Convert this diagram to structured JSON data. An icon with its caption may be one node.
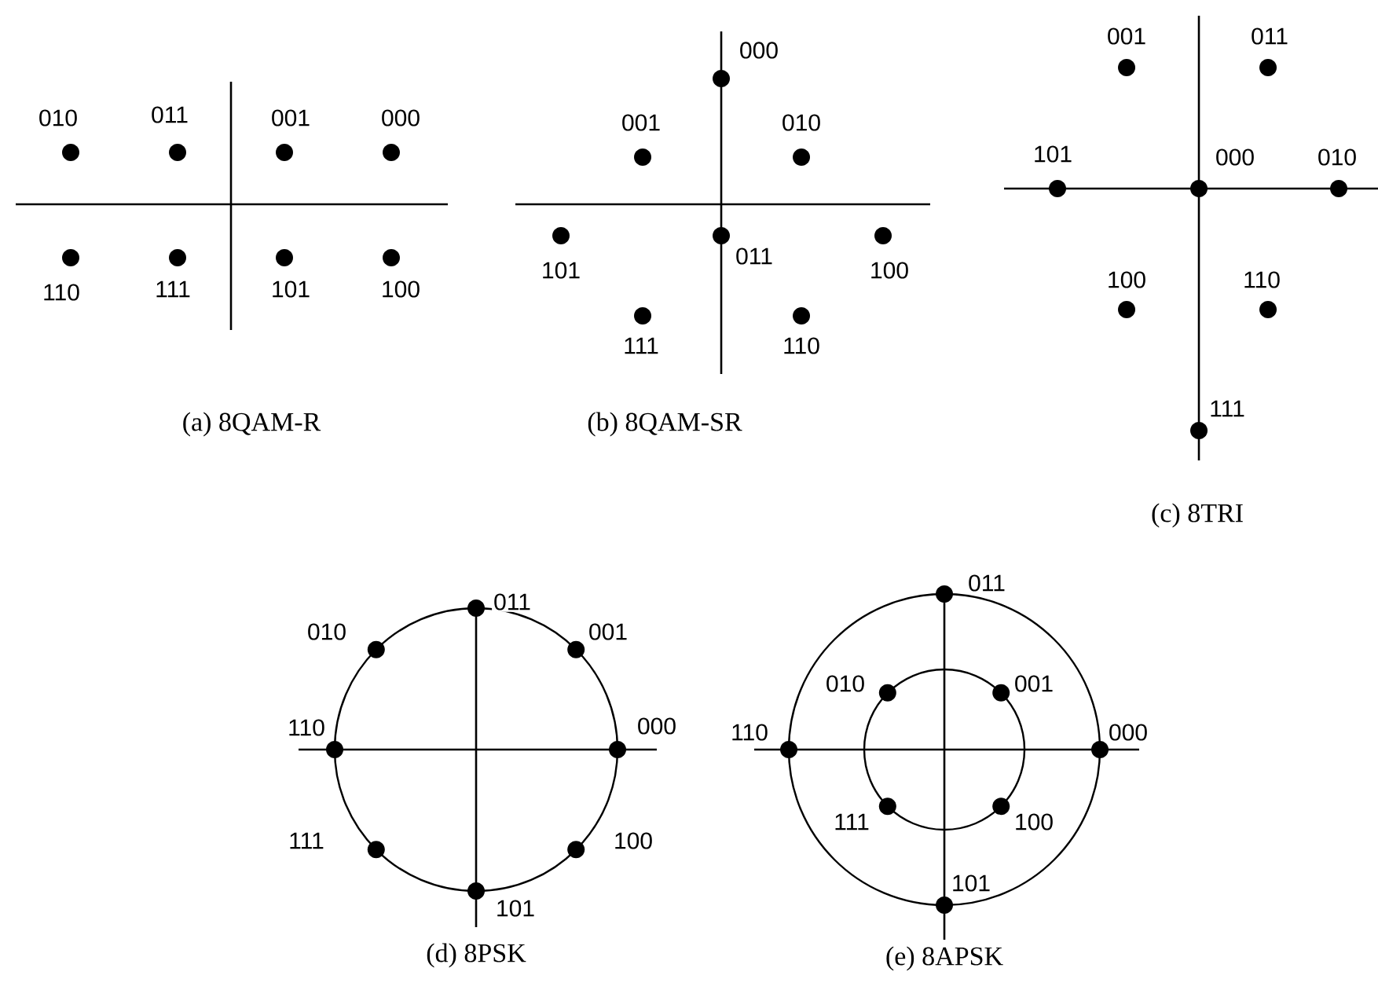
{
  "diagram": {
    "labels": [
      "010",
      "011",
      "001",
      "000",
      "110",
      "111",
      "101",
      "100",
      "(a) 8QAM-R",
      "000",
      "001",
      "010",
      "101",
      "011",
      "100",
      "111",
      "110",
      "(b) 8QAM-SR",
      "001",
      "011",
      "101",
      "000",
      "010",
      "100",
      "110",
      "111",
      "(c) 8TRI",
      "011",
      "010",
      "001",
      "110",
      "000",
      "111",
      "100",
      "101",
      "(d) 8PSK",
      "011",
      "010",
      "001",
      "110",
      "000",
      "111",
      "100",
      "101",
      "(e) 8APSK"
    ]
  }
}
